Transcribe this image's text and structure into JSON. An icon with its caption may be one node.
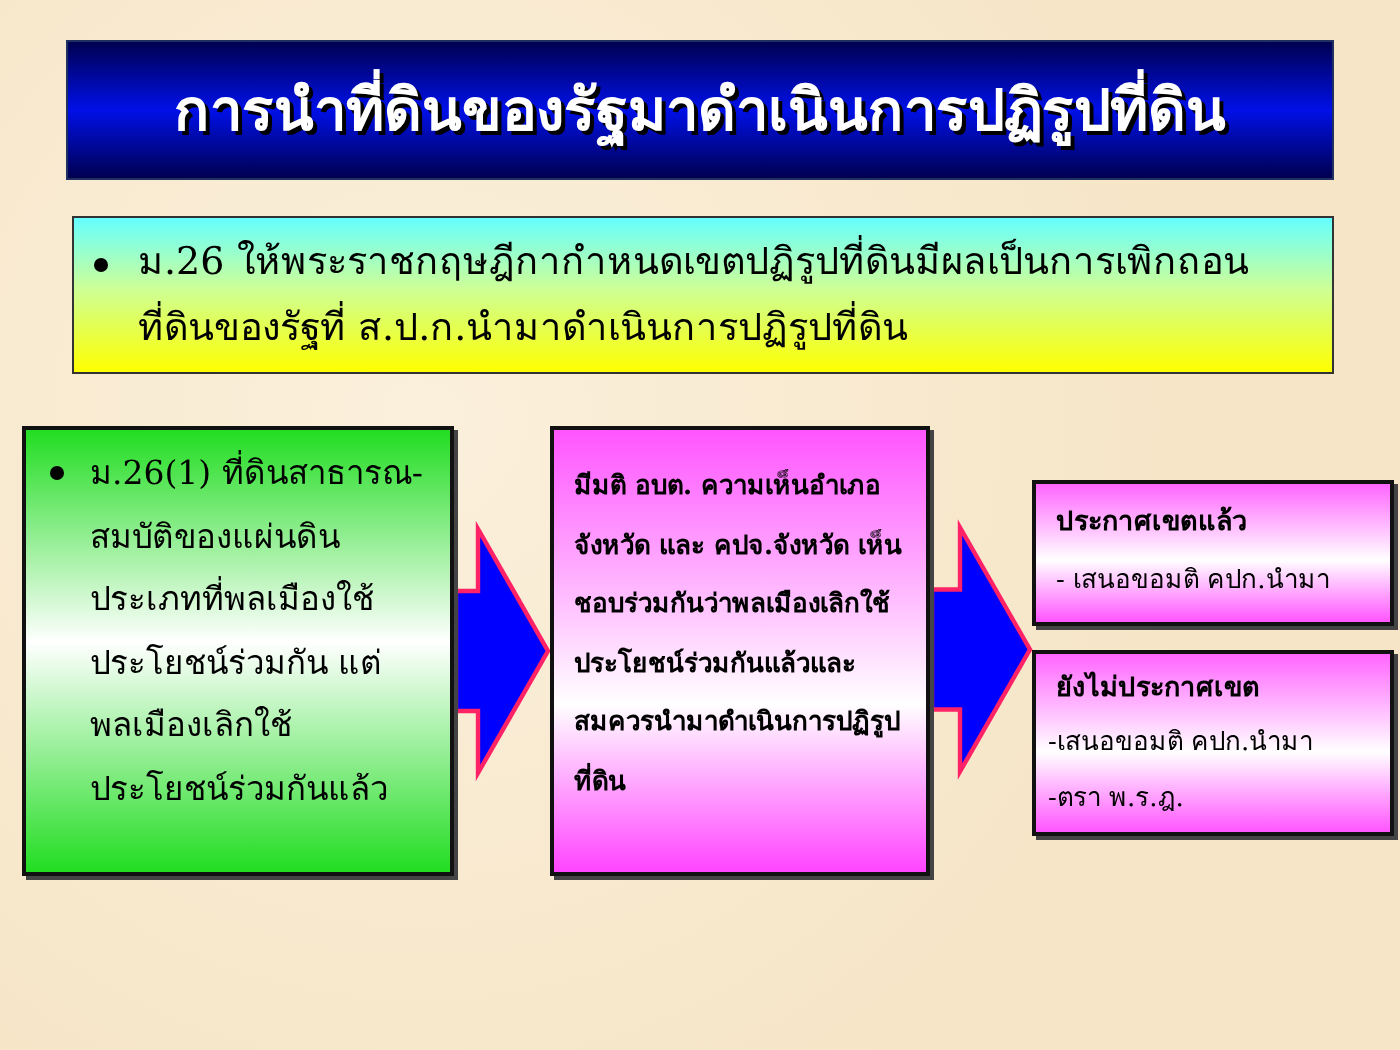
{
  "diagram": {
    "title": "การนำที่ดินของรัฐมาดำเนินการปฏิรูปที่ดิน",
    "nodes": [
      {
        "text": [
          "ม.26 ให้พระราชกฤษฎีกากำหนดเขตปฏิรูปที่ดินมีผลเป็นการเพิกถอนที่ดินของรัฐที่ ส.ป.ก.นำมาดำเนินการปฏิรูปที่ดิน"
        ]
      },
      {
        "text": [
          "ม.26(1) ที่ดินสาธารณ-สมบัติของแผ่นดินประเภทที่พลเมืองใช้ประโยชน์ร่วมกัน แต่พลเมืองเลิกใช้ประโยชน์ร่วมกันแล้ว"
        ]
      },
      {
        "text": [
          "มีมติ อบต. ความเห็นอำเภอ จังหวัด และ คปจ.จังหวัด เห็นชอบร่วมกันว่าพลเมืองเลิกใช้ประโยชน์ร่วมกันแล้วและสมควรนำมาดำเนินการปฏิรูปที่ดิน"
        ]
      },
      {
        "text": [
          "ประกาศเขตแล้ว",
          "- เสนอขอมติ คปก.นำมา"
        ]
      },
      {
        "text": [
          "ยังไม่ประกาศเขต",
          "-เสนอขอมติ คปก.นำมา",
          "-ตรา พ.ร.ฎ."
        ]
      }
    ],
    "edges": [
      {
        "from": 1,
        "to": 2,
        "arrow": "to"
      },
      {
        "from": 2,
        "to": 3,
        "arrow": "to"
      },
      {
        "from": 2,
        "to": 4,
        "arrow": "to"
      }
    ]
  }
}
